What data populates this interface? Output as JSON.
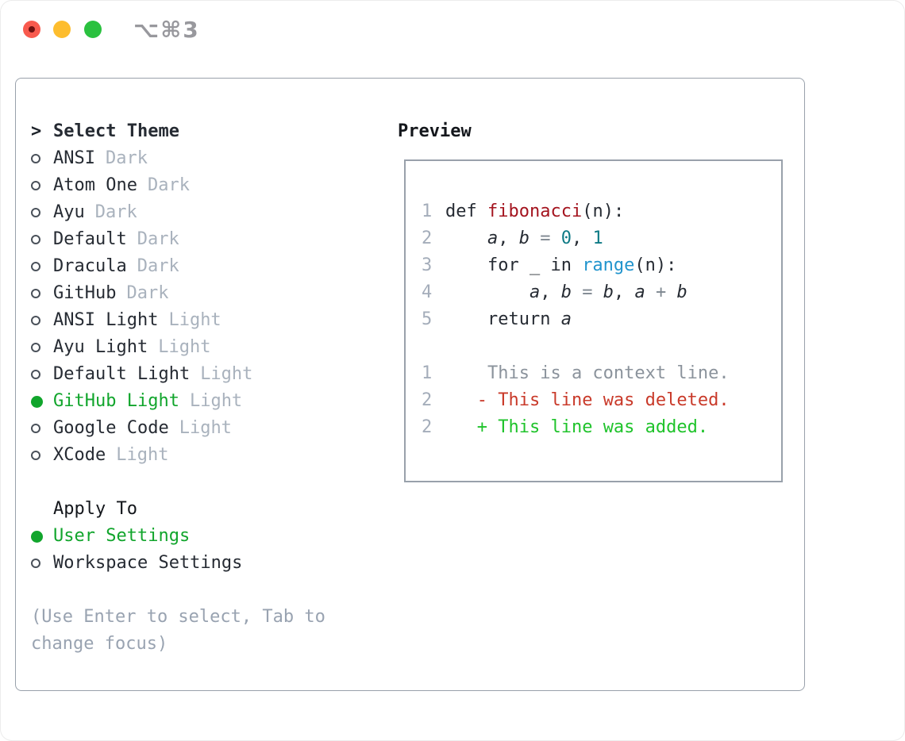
{
  "titlebar": {
    "shortcut": "⌥⌘3",
    "traffic_light_colors": {
      "close": "#f85a4e",
      "close_inner_dot": "#6f1110",
      "minimize": "#fdbd2e",
      "zoom": "#2ac13f"
    }
  },
  "sidebar": {
    "chevron": ">",
    "title": "Select Theme",
    "themes": [
      {
        "label": "ANSI",
        "tag": "Dark",
        "selected": false
      },
      {
        "label": "Atom One",
        "tag": "Dark",
        "selected": false
      },
      {
        "label": "Ayu",
        "tag": "Dark",
        "selected": false
      },
      {
        "label": "Default",
        "tag": "Dark",
        "selected": false
      },
      {
        "label": "Dracula",
        "tag": "Dark",
        "selected": false
      },
      {
        "label": "GitHub",
        "tag": "Dark",
        "selected": false
      },
      {
        "label": "ANSI Light",
        "tag": "Light",
        "selected": false
      },
      {
        "label": "Ayu Light",
        "tag": "Light",
        "selected": false
      },
      {
        "label": "Default Light",
        "tag": "Light",
        "selected": false
      },
      {
        "label": "GitHub Light",
        "tag": "Light",
        "selected": true
      },
      {
        "label": "Google Code",
        "tag": "Light",
        "selected": false
      },
      {
        "label": "XCode",
        "tag": "Light",
        "selected": false
      }
    ],
    "apply_to": {
      "title": "Apply To",
      "options": [
        {
          "label": "User Settings",
          "selected": true
        },
        {
          "label": "Workspace Settings",
          "selected": false
        }
      ]
    },
    "hint": "(Use Enter to select, Tab to change focus)"
  },
  "preview": {
    "title": "Preview",
    "lines": [
      {
        "num": "1",
        "segments": [
          {
            "t": "def ",
            "s": "plain"
          },
          {
            "t": "fibonacci",
            "s": "func"
          },
          {
            "t": "(n):",
            "s": "plain"
          }
        ]
      },
      {
        "num": "2",
        "segments": [
          {
            "t": "    ",
            "s": "plain"
          },
          {
            "t": "a",
            "s": "var"
          },
          {
            "t": ", ",
            "s": "plain"
          },
          {
            "t": "b",
            "s": "var"
          },
          {
            "t": " ",
            "s": "plain"
          },
          {
            "t": "=",
            "s": "op"
          },
          {
            "t": " ",
            "s": "plain"
          },
          {
            "t": "0",
            "s": "num"
          },
          {
            "t": ", ",
            "s": "plain"
          },
          {
            "t": "1",
            "s": "num"
          }
        ]
      },
      {
        "num": "3",
        "segments": [
          {
            "t": "    for _ in ",
            "s": "plain"
          },
          {
            "t": "range",
            "s": "builtin"
          },
          {
            "t": "(n):",
            "s": "plain"
          }
        ]
      },
      {
        "num": "4",
        "segments": [
          {
            "t": "        ",
            "s": "plain"
          },
          {
            "t": "a",
            "s": "var"
          },
          {
            "t": ", ",
            "s": "plain"
          },
          {
            "t": "b",
            "s": "var"
          },
          {
            "t": " ",
            "s": "plain"
          },
          {
            "t": "=",
            "s": "op"
          },
          {
            "t": " ",
            "s": "plain"
          },
          {
            "t": "b",
            "s": "var"
          },
          {
            "t": ", ",
            "s": "plain"
          },
          {
            "t": "a",
            "s": "var"
          },
          {
            "t": " ",
            "s": "plain"
          },
          {
            "t": "+",
            "s": "op"
          },
          {
            "t": " ",
            "s": "plain"
          },
          {
            "t": "b",
            "s": "var"
          }
        ]
      },
      {
        "num": "5",
        "segments": [
          {
            "t": "    return ",
            "s": "plain"
          },
          {
            "t": "a",
            "s": "var"
          }
        ]
      },
      {
        "num": "",
        "segments": []
      },
      {
        "num": "1",
        "segments": [
          {
            "t": "    This is a context line.",
            "s": "context"
          }
        ]
      },
      {
        "num": "2",
        "segments": [
          {
            "t": "   ",
            "s": "plain"
          },
          {
            "t": "- This line was deleted.",
            "s": "del"
          }
        ]
      },
      {
        "num": "2",
        "segments": [
          {
            "t": "   ",
            "s": "plain"
          },
          {
            "t": "+ This line was added.",
            "s": "add"
          }
        ]
      }
    ]
  },
  "colors": {
    "accent_green": "#11a52c",
    "diff_added": "#1fc32b",
    "diff_deleted": "#c93a2a",
    "number_literal": "#0e7a85",
    "builtin_blue": "#2194cd",
    "function_red": "#a4141f",
    "muted_gray": "#a9b2bd",
    "border_gray": "#99a1ab"
  }
}
